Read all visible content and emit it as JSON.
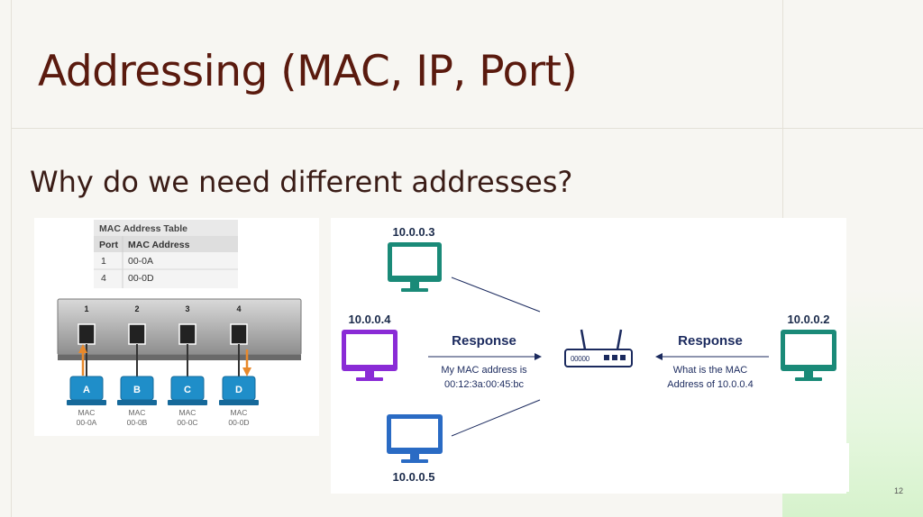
{
  "slide": {
    "title": "Addressing (MAC, IP, Port)",
    "subtitle": "Why do we need different addresses?",
    "page_number": "12"
  },
  "mac_table": {
    "caption": "MAC Address Table",
    "headers": [
      "Port",
      "MAC Address"
    ],
    "rows": [
      {
        "port": "1",
        "mac": "00-0A"
      },
      {
        "port": "4",
        "mac": "00-0D"
      }
    ]
  },
  "switch_ports": [
    "1",
    "2",
    "3",
    "4"
  ],
  "hosts": [
    {
      "letter": "A",
      "mac_label": "MAC",
      "mac": "00-0A"
    },
    {
      "letter": "B",
      "mac_label": "MAC",
      "mac": "00-0B"
    },
    {
      "letter": "C",
      "mac_label": "MAC",
      "mac": "00-0C"
    },
    {
      "letter": "D",
      "mac_label": "MAC",
      "mac": "00-0D"
    }
  ],
  "network": {
    "top_pc_ip": "10.0.0.3",
    "left_pc_ip": "10.0.0.4",
    "right_pc_ip": "10.0.0.2",
    "bottom_pc_ip": "10.0.0.5",
    "router_display": "00000",
    "left_heading": "Response",
    "left_text_line1": "My MAC address is",
    "left_text_line2": "00:12:3a:00:45:bc",
    "right_heading": "Response",
    "right_text_line1": "What is the MAC",
    "right_text_line2": "Address of 10.0.0.4"
  },
  "colors": {
    "title": "#5a1a0e",
    "pc_teal": "#1a8a78",
    "pc_purple": "#8a2bd6",
    "pc_blue": "#2a6bc4",
    "router_navy": "#1b2a5e",
    "host_blue": "#1f8ec9",
    "arrow_orange": "#e8892b"
  }
}
